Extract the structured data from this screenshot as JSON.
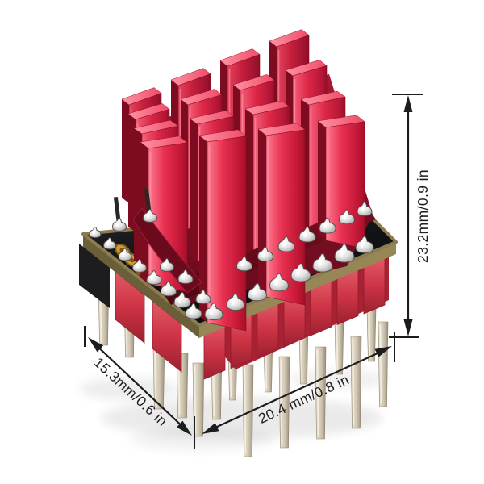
{
  "image_type": "product-photo",
  "subject": "Stepper motor driver module with red pin-fin heatsink and dimension annotations",
  "background_color": "#ffffff",
  "annotations": {
    "line_color": "#1c1c1c",
    "height": {
      "label": "23.2mm/0.9 in",
      "orientation": "vertical-right"
    },
    "depth": {
      "label": "15.3mm/0.6 in",
      "orientation": "diagonal-bottom-left"
    },
    "width": {
      "label": "20.4 mm/0.8 in",
      "orientation": "diagonal-bottom-right"
    }
  },
  "product": {
    "heatsink": {
      "color": "#e02744",
      "fin_rows": 4,
      "fin_columns": 4
    },
    "pcb": {
      "color": "#17181a",
      "edge_color": "#8c7c4e",
      "gold_pad_count": 3,
      "gold_pad_color": "#cf9c2f"
    },
    "headers": {
      "color": "#d8404f",
      "black_housing_color": "#1d1d1f"
    },
    "pins": {
      "color": "#cfc6b4"
    },
    "solder": {
      "color": "#e8e8e8"
    }
  }
}
